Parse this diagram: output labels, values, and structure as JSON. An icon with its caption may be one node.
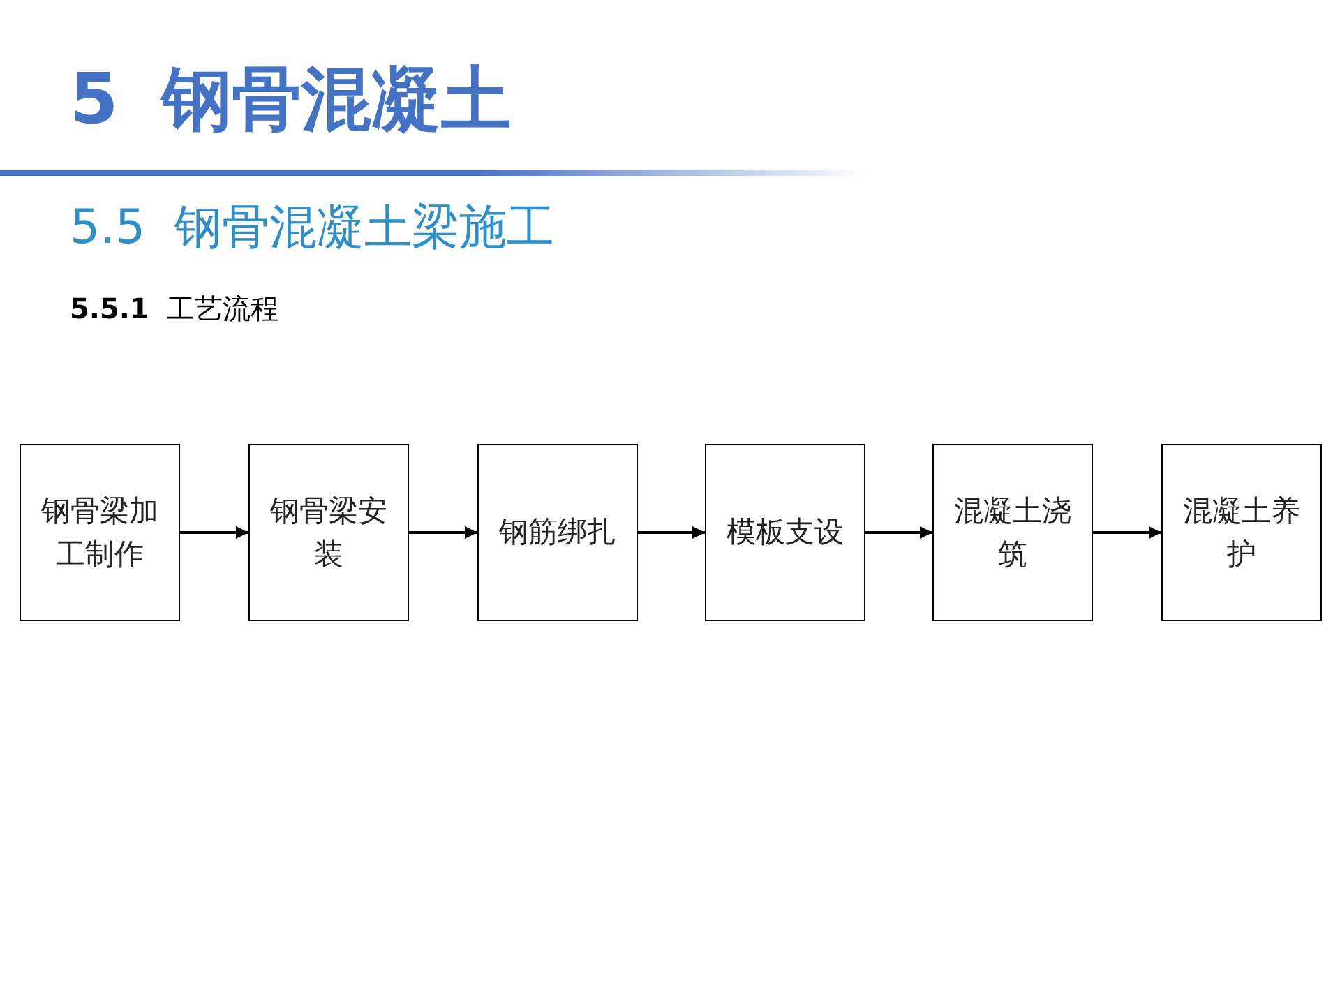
{
  "diagram": {
    "title": "5 钢骨混凝土",
    "nodes": [
      {
        "text": [
          "钢骨梁加工制作"
        ]
      },
      {
        "text": [
          "钢骨梁安装"
        ]
      },
      {
        "text": [
          "钢筋绑扎"
        ]
      },
      {
        "text": [
          "模板支设"
        ]
      },
      {
        "text": [
          "混凝土浇筑"
        ]
      },
      {
        "text": [
          "混凝土养护"
        ]
      }
    ],
    "edges": [
      {
        "from": 0,
        "to": 1,
        "arrow": "to"
      },
      {
        "from": 1,
        "to": 2,
        "arrow": "to"
      },
      {
        "from": 2,
        "to": 3,
        "arrow": "to"
      },
      {
        "from": 3,
        "to": 4,
        "arrow": "to"
      },
      {
        "from": 4,
        "to": 5,
        "arrow": "to"
      }
    ],
    "labels": [
      "5.5 钢骨混凝土梁施工",
      "**5.5.1** 工艺流程"
    ]
  }
}
